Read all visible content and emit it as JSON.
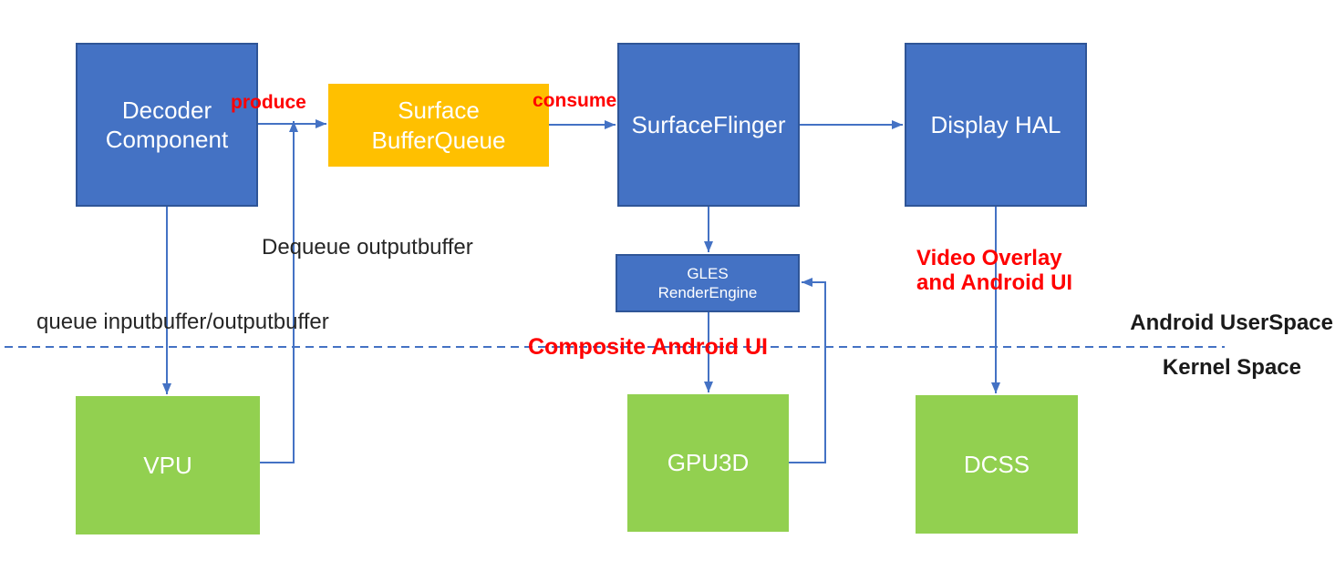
{
  "diagram": {
    "nodes": {
      "decoder": {
        "label": "Decoder\nComponent"
      },
      "buffer_queue": {
        "label": "Surface\nBufferQueue"
      },
      "surfaceflinger": {
        "label": "SurfaceFlinger"
      },
      "display_hal": {
        "label": "Display HAL"
      },
      "gles": {
        "label": "GLES\nRenderEngine"
      },
      "vpu": {
        "label": "VPU"
      },
      "gpu3d": {
        "label": "GPU3D"
      },
      "dcss": {
        "label": "DCSS"
      }
    },
    "edge_labels": {
      "produce": "produce",
      "consume": "consume",
      "dequeue": "Dequeue outputbuffer",
      "queue": "queue inputbuffer/outputbuffer",
      "composite": "Composite Android UI",
      "video_overlay": "Video Overlay\nand Android UI"
    },
    "regions": {
      "userspace": "Android UserSpace",
      "kernel": "Kernel Space"
    },
    "colors": {
      "node_blue": "#4472C4",
      "node_blue_border": "#2F5597",
      "node_orange": "#FFC000",
      "node_green": "#92D050",
      "connector_blue": "#4472C4",
      "label_red": "#FF0000",
      "label_black": "#262626"
    }
  }
}
